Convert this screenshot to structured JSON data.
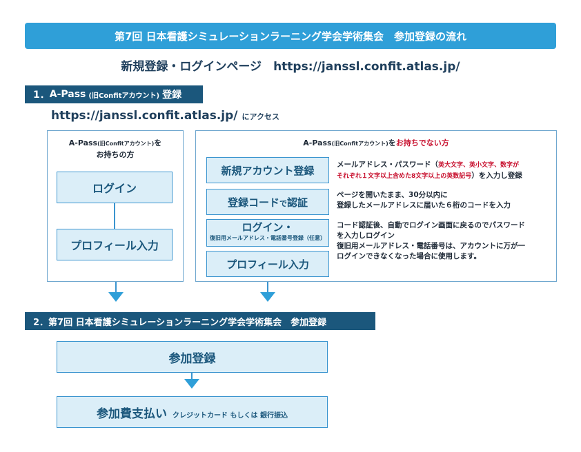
{
  "title": "第7回 日本看護シミュレーションラーニング学会学術集会　参加登録の流れ",
  "subtitle": "新規登録・ログインページ　https://janssl.confit.atlas.jp/",
  "step1": {
    "number": "1．",
    "label": "A-Pass",
    "label_small": "(旧Confitアカウント)",
    "label_end": "登録"
  },
  "access": {
    "url": "https://janssl.confit.atlas.jp/",
    "suffix": "にアクセス"
  },
  "left_panel": {
    "head_line1_a": "A-Pass",
    "head_line1_b": "(旧Confitアカウント)",
    "head_line1_c": "を",
    "head_line2": "お持ちの方",
    "login_label": "ログイン",
    "profile_label": "プロフィール入力"
  },
  "right_panel": {
    "head_a": "A-Pass",
    "head_b": "(旧Confitアカウント)",
    "head_c": "を",
    "head_d": "お持ちでない方",
    "new_account": "新規アカウント登録",
    "verify_a": "登録コード",
    "verify_b": "で",
    "verify_c": "認証",
    "login_label": "ログイン・",
    "login_sub": "復旧用メールアドレス・電話番号登録（任意）",
    "profile_label": "プロフィール入力",
    "desc1_a": "メールアドレス・パスワード（",
    "desc1_b": "英大文字、英小文字、数字が",
    "desc1_c": "それぞれ１文字以上含めた8文字以上の英数記号",
    "desc1_d": "）を入力し登録",
    "desc2_line1": "ページを開いたまま、30分以内に",
    "desc2_line2": "登録したメールアドレスに届いた６桁のコードを入力",
    "desc3_line1": "コード認証後、自動でログイン画面に戻るのでパスワード",
    "desc3_line2": "を入力しログイン",
    "desc3_line3": "復旧用メールアドレス・電話番号は、アカウントに万が一",
    "desc3_line4": "ログインできなくなった場合に使用します。"
  },
  "step2": {
    "label": "2．第7回 日本看護シミュレーションラーニング学会学術集会　参加登録"
  },
  "registration_label": "参加登録",
  "payment": {
    "label": "参加費支払い",
    "method": "クレジットカード もしくは 銀行振込"
  },
  "colors": {
    "banner": "#2f9fd8",
    "step_bar": "#1b577c",
    "box_fill": "#dbeef8",
    "box_border": "#3a94cf",
    "emphasis": "#c8102e"
  }
}
